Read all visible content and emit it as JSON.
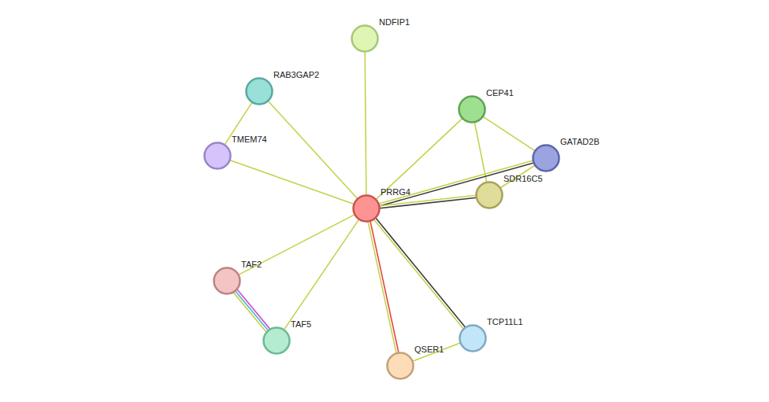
{
  "diagram": {
    "nodes": [
      {
        "text": [
          "NDFIP1"
        ]
      },
      {
        "text": [
          "RAB3GAP2"
        ]
      },
      {
        "text": [
          "CEP41"
        ]
      },
      {
        "text": [
          "TMEM74"
        ]
      },
      {
        "text": [
          "GATAD2B"
        ]
      },
      {
        "text": [
          "SDR16C5"
        ]
      },
      {
        "text": [
          "PRRG4"
        ]
      },
      {
        "text": [
          "TAF2"
        ]
      },
      {
        "text": [
          "TAF5"
        ]
      },
      {
        "text": [
          "TCP11L1"
        ]
      },
      {
        "text": [
          "QSER1"
        ]
      }
    ],
    "edges": [
      {
        "from": 6,
        "to": 0,
        "arrow": "none"
      },
      {
        "from": 6,
        "to": 1,
        "arrow": "none"
      },
      {
        "from": 1,
        "to": 3,
        "arrow": "none"
      },
      {
        "from": 6,
        "to": 3,
        "arrow": "none"
      },
      {
        "from": 6,
        "to": 2,
        "arrow": "none"
      },
      {
        "from": 2,
        "to": 4,
        "arrow": "none"
      },
      {
        "from": 2,
        "to": 5,
        "arrow": "none"
      },
      {
        "from": 6,
        "to": 4,
        "arrow": "none"
      },
      {
        "from": 6,
        "to": 4,
        "arrow": "none"
      },
      {
        "from": 6,
        "to": 5,
        "arrow": "none"
      },
      {
        "from": 6,
        "to": 5,
        "arrow": "none"
      },
      {
        "from": 4,
        "to": 5,
        "arrow": "none"
      },
      {
        "from": 6,
        "to": 7,
        "arrow": "none"
      },
      {
        "from": 6,
        "to": 8,
        "arrow": "none"
      },
      {
        "from": 7,
        "to": 8,
        "arrow": "none"
      },
      {
        "from": 7,
        "to": 8,
        "arrow": "none"
      },
      {
        "from": 7,
        "to": 8,
        "arrow": "none"
      },
      {
        "from": 6,
        "to": 10,
        "arrow": "none"
      },
      {
        "from": 6,
        "to": 10,
        "arrow": "none"
      },
      {
        "from": 6,
        "to": 9,
        "arrow": "none"
      },
      {
        "from": 6,
        "to": 9,
        "arrow": "none"
      },
      {
        "from": 10,
        "to": 9,
        "arrow": "none"
      }
    ]
  }
}
